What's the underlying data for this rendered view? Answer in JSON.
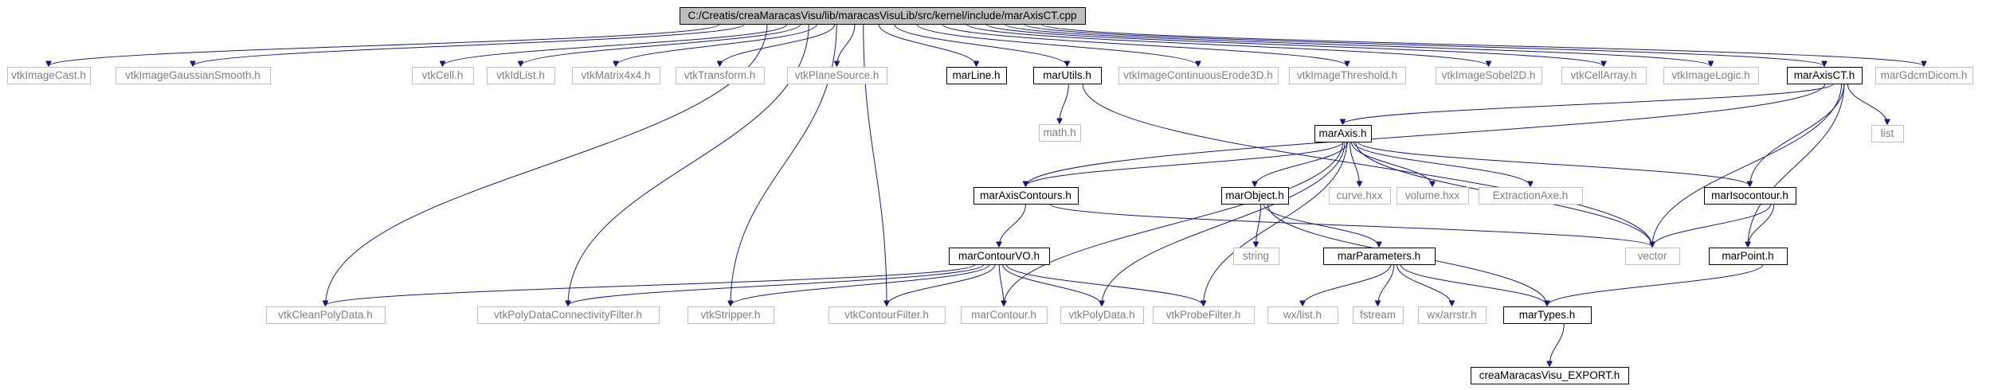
{
  "diagram": {
    "type": "include-dependency-graph",
    "root": "C:/Creatis/creaMaracasVisu/lib/maracasVisuLib/src/kernel/include/marAxisCT.cpp",
    "colors": {
      "edge": "#191970",
      "root_fill": "#bfbfbf",
      "documented_border": "#000000",
      "external_border": "#bfbfbf",
      "external_text": "#7f7f7f"
    },
    "nodes": [
      {
        "id": "root",
        "label": "C:/Creatis/creaMaracasVisu/lib/maracasVisuLib/src/kernel/include/marAxisCT.cpp",
        "kind": "root"
      },
      {
        "id": "vtkImageCast",
        "label": "vtkImageCast.h",
        "kind": "external"
      },
      {
        "id": "vtkImageGaussianSmooth",
        "label": "vtkImageGaussianSmooth.h",
        "kind": "external"
      },
      {
        "id": "vtkCell",
        "label": "vtkCell.h",
        "kind": "external"
      },
      {
        "id": "vtkIdList",
        "label": "vtkIdList.h",
        "kind": "external"
      },
      {
        "id": "vtkMatrix4x4",
        "label": "vtkMatrix4x4.h",
        "kind": "external"
      },
      {
        "id": "vtkTransform",
        "label": "vtkTransform.h",
        "kind": "external"
      },
      {
        "id": "vtkPlaneSource",
        "label": "vtkPlaneSource.h",
        "kind": "external"
      },
      {
        "id": "marLine",
        "label": "marLine.h",
        "kind": "documented"
      },
      {
        "id": "marUtils",
        "label": "marUtils.h",
        "kind": "documented"
      },
      {
        "id": "vtkImageContinuousErode3D",
        "label": "vtkImageContinuousErode3D.h",
        "kind": "external"
      },
      {
        "id": "vtkImageThreshold",
        "label": "vtkImageThreshold.h",
        "kind": "external"
      },
      {
        "id": "vtkImageSobel2D",
        "label": "vtkImageSobel2D.h",
        "kind": "external"
      },
      {
        "id": "vtkCellArray",
        "label": "vtkCellArray.h",
        "kind": "external"
      },
      {
        "id": "vtkImageLogic",
        "label": "vtkImageLogic.h",
        "kind": "external"
      },
      {
        "id": "marAxisCT",
        "label": "marAxisCT.h",
        "kind": "documented"
      },
      {
        "id": "marGdcmDicom",
        "label": "marGdcmDicom.h",
        "kind": "external"
      },
      {
        "id": "math",
        "label": "math.h",
        "kind": "external"
      },
      {
        "id": "marAxis",
        "label": "marAxis.h",
        "kind": "documented"
      },
      {
        "id": "list",
        "label": "list",
        "kind": "external"
      },
      {
        "id": "marAxisContours",
        "label": "marAxisContours.h",
        "kind": "documented"
      },
      {
        "id": "marObject",
        "label": "marObject.h",
        "kind": "documented"
      },
      {
        "id": "curve",
        "label": "curve.hxx",
        "kind": "external"
      },
      {
        "id": "volume",
        "label": "volume.hxx",
        "kind": "external"
      },
      {
        "id": "ExtractionAxe",
        "label": "ExtractionAxe.h",
        "kind": "external"
      },
      {
        "id": "marIsocontour",
        "label": "marIsocontour.h",
        "kind": "documented"
      },
      {
        "id": "string",
        "label": "string",
        "kind": "external"
      },
      {
        "id": "vector",
        "label": "vector",
        "kind": "external"
      },
      {
        "id": "marContourVO",
        "label": "marContourVO.h",
        "kind": "documented"
      },
      {
        "id": "marParameters",
        "label": "marParameters.h",
        "kind": "documented"
      },
      {
        "id": "marPoint",
        "label": "marPoint.h",
        "kind": "documented"
      },
      {
        "id": "vtkCleanPolyData",
        "label": "vtkCleanPolyData.h",
        "kind": "external"
      },
      {
        "id": "vtkPolyDataConnectivityFilter",
        "label": "vtkPolyDataConnectivityFilter.h",
        "kind": "external"
      },
      {
        "id": "vtkStripper",
        "label": "vtkStripper.h",
        "kind": "external"
      },
      {
        "id": "vtkContourFilter",
        "label": "vtkContourFilter.h",
        "kind": "external"
      },
      {
        "id": "marContour",
        "label": "marContour.h",
        "kind": "external"
      },
      {
        "id": "vtkPolyData",
        "label": "vtkPolyData.h",
        "kind": "external"
      },
      {
        "id": "vtkProbeFilter",
        "label": "vtkProbeFilter.h",
        "kind": "external"
      },
      {
        "id": "wxlist",
        "label": "wx/list.h",
        "kind": "external"
      },
      {
        "id": "fstream",
        "label": "fstream",
        "kind": "external"
      },
      {
        "id": "wxarrstr",
        "label": "wx/arrstr.h",
        "kind": "external"
      },
      {
        "id": "marTypes",
        "label": "marTypes.h",
        "kind": "documented"
      },
      {
        "id": "EXPORT",
        "label": "creaMaracasVisu_EXPORT.h",
        "kind": "documented"
      }
    ],
    "edges": [
      [
        "root",
        "vtkImageCast"
      ],
      [
        "root",
        "vtkImageGaussianSmooth"
      ],
      [
        "root",
        "vtkCell"
      ],
      [
        "root",
        "vtkIdList"
      ],
      [
        "root",
        "vtkMatrix4x4"
      ],
      [
        "root",
        "vtkTransform"
      ],
      [
        "root",
        "vtkPlaneSource"
      ],
      [
        "root",
        "marLine"
      ],
      [
        "root",
        "marUtils"
      ],
      [
        "root",
        "vtkImageContinuousErode3D"
      ],
      [
        "root",
        "vtkImageThreshold"
      ],
      [
        "root",
        "vtkImageSobel2D"
      ],
      [
        "root",
        "vtkCellArray"
      ],
      [
        "root",
        "vtkImageLogic"
      ],
      [
        "root",
        "marAxisCT"
      ],
      [
        "root",
        "marGdcmDicom"
      ],
      [
        "root",
        "vtkCleanPolyData"
      ],
      [
        "root",
        "vtkPolyDataConnectivityFilter"
      ],
      [
        "root",
        "vtkStripper"
      ],
      [
        "root",
        "vtkContourFilter"
      ],
      [
        "marUtils",
        "math"
      ],
      [
        "marUtils",
        "vector"
      ],
      [
        "marAxisCT",
        "marAxis"
      ],
      [
        "marAxisCT",
        "list"
      ],
      [
        "marAxisCT",
        "marAxisContours"
      ],
      [
        "marAxisCT",
        "vector"
      ],
      [
        "marAxisCT",
        "marIsocontour"
      ],
      [
        "marAxisCT",
        "marPoint"
      ],
      [
        "marAxis",
        "marAxisContours"
      ],
      [
        "marAxis",
        "marObject"
      ],
      [
        "marAxis",
        "curve"
      ],
      [
        "marAxis",
        "volume"
      ],
      [
        "marAxis",
        "ExtractionAxe"
      ],
      [
        "marAxis",
        "marIsocontour"
      ],
      [
        "marAxis",
        "vector"
      ],
      [
        "marAxis",
        "marContour"
      ],
      [
        "marAxis",
        "vtkPolyData"
      ],
      [
        "marAxis",
        "vtkProbeFilter"
      ],
      [
        "marAxisContours",
        "marContourVO"
      ],
      [
        "marAxisContours",
        "vector"
      ],
      [
        "marObject",
        "string"
      ],
      [
        "marObject",
        "marParameters"
      ],
      [
        "marObject",
        "marTypes"
      ],
      [
        "marIsocontour",
        "vector"
      ],
      [
        "marIsocontour",
        "marPoint"
      ],
      [
        "marContourVO",
        "vtkCleanPolyData"
      ],
      [
        "marContourVO",
        "vtkPolyDataConnectivityFilter"
      ],
      [
        "marContourVO",
        "vtkStripper"
      ],
      [
        "marContourVO",
        "vtkContourFilter"
      ],
      [
        "marContourVO",
        "marContour"
      ],
      [
        "marContourVO",
        "vtkPolyData"
      ],
      [
        "marContourVO",
        "vtkProbeFilter"
      ],
      [
        "marParameters",
        "wxlist"
      ],
      [
        "marParameters",
        "fstream"
      ],
      [
        "marParameters",
        "wxarrstr"
      ],
      [
        "marParameters",
        "marTypes"
      ],
      [
        "marPoint",
        "marTypes"
      ],
      [
        "marTypes",
        "EXPORT"
      ]
    ]
  }
}
